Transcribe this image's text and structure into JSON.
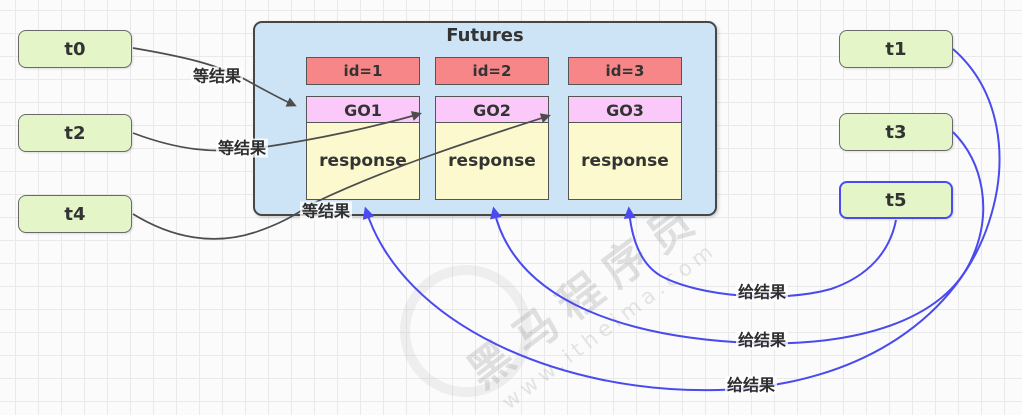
{
  "diagram": {
    "title": "Futures",
    "columns": [
      {
        "id_label": "id=1",
        "go_label": "GO1",
        "response_label": "response"
      },
      {
        "id_label": "id=2",
        "go_label": "GO2",
        "response_label": "response"
      },
      {
        "id_label": "id=3",
        "go_label": "GO3",
        "response_label": "response"
      }
    ]
  },
  "threads": {
    "left": [
      {
        "label": "t0"
      },
      {
        "label": "t2"
      },
      {
        "label": "t4"
      }
    ],
    "right": [
      {
        "label": "t1"
      },
      {
        "label": "t3"
      },
      {
        "label": "t5"
      }
    ]
  },
  "edges": {
    "wait": [
      {
        "from": "t0",
        "to": "GO1",
        "label": "等结果"
      },
      {
        "from": "t2",
        "to": "GO2",
        "label": "等结果"
      },
      {
        "from": "t4",
        "to": "GO3",
        "label": "等结果"
      }
    ],
    "give": [
      {
        "from": "t5",
        "to": "id=3 response",
        "label": "给结果"
      },
      {
        "from": "t3",
        "to": "id=2 response",
        "label": "给结果"
      },
      {
        "from": "t1",
        "to": "id=1 response",
        "label": "给结果"
      }
    ]
  },
  "watermark": {
    "line1": "黑马程序员",
    "line2": "www.itheima.com"
  },
  "colors": {
    "thread_fill": "#e4f6c8",
    "id_fill": "#f68687",
    "go_fill": "#fbc9f9",
    "response_fill": "#fbf9cd",
    "container_fill": "#cde3f6",
    "blue": "#4a4aee",
    "dark": "#4d4d4d"
  }
}
